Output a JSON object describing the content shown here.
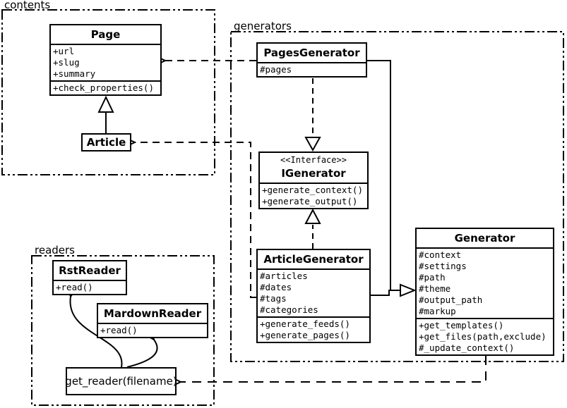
{
  "packages": {
    "contents": {
      "label": "contents"
    },
    "generators": {
      "label": "generators"
    },
    "readers": {
      "label": "readers"
    }
  },
  "classes": {
    "page": {
      "name": "Page",
      "attributes": [
        "+url",
        "+slug",
        "+summary"
      ],
      "methods": [
        "+check_properties()"
      ]
    },
    "article": {
      "name": "Article"
    },
    "pages_generator": {
      "name": "PagesGenerator",
      "attributes": [
        "#pages"
      ]
    },
    "igenerator": {
      "stereotype": "<<Interface>>",
      "name": "IGenerator",
      "methods": [
        "+generate_context()",
        "+generate_output()"
      ]
    },
    "article_generator": {
      "name": "ArticleGenerator",
      "attributes": [
        "#articles",
        "#dates",
        "#tags",
        "#categories"
      ],
      "methods": [
        "+generate_feeds()",
        "+generate_pages()"
      ]
    },
    "generator": {
      "name": "Generator",
      "attributes": [
        "#context",
        "#settings",
        "#path",
        "#theme",
        "#output_path",
        "#markup"
      ],
      "methods": [
        "+get_templates()",
        "+get_files(path,exclude)",
        "#_update_context()"
      ]
    },
    "rst_reader": {
      "name": "RstReader",
      "methods": [
        "+read()"
      ]
    },
    "mardown_reader": {
      "name": "MardownReader",
      "methods": [
        "+read()"
      ]
    },
    "get_reader": {
      "name": "get_reader(filename)"
    }
  },
  "relationships": [
    {
      "type": "generalization",
      "from": "Article",
      "to": "Page"
    },
    {
      "type": "dependency",
      "from": "PagesGenerator",
      "to": "Page"
    },
    {
      "type": "dependency",
      "from": "ArticleGenerator",
      "to": "Article"
    },
    {
      "type": "realization",
      "from": "PagesGenerator",
      "to": "IGenerator"
    },
    {
      "type": "realization",
      "from": "ArticleGenerator",
      "to": "IGenerator"
    },
    {
      "type": "generalization",
      "from": "PagesGenerator",
      "to": "Generator"
    },
    {
      "type": "generalization",
      "from": "ArticleGenerator",
      "to": "Generator"
    },
    {
      "type": "dependency",
      "from": "Generator",
      "to": "get_reader(filename)"
    },
    {
      "type": "call",
      "from": "get_reader(filename)",
      "to": "RstReader"
    },
    {
      "type": "call",
      "from": "get_reader(filename)",
      "to": "MardownReader"
    }
  ],
  "colors": {
    "line": "#000000",
    "background": "#ffffff"
  }
}
